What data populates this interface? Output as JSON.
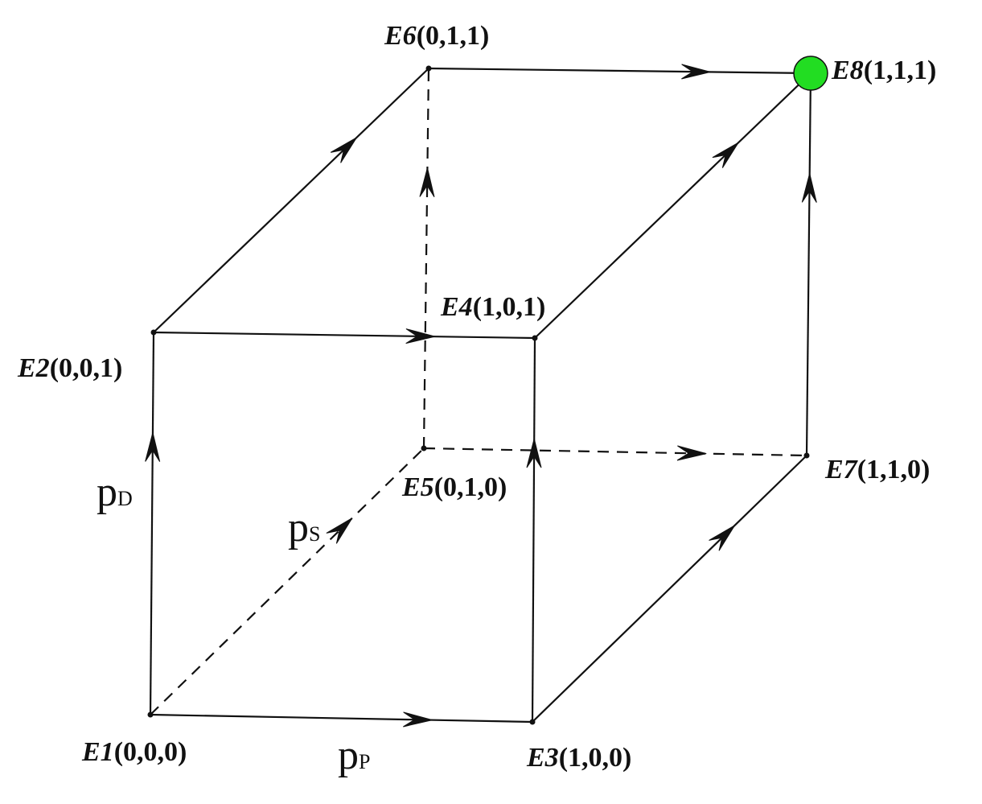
{
  "diagram": {
    "vertices": [
      {
        "id": "E1",
        "name": "E1",
        "coords": "(0,0,0)"
      },
      {
        "id": "E2",
        "name": "E2",
        "coords": "(0,0,1)"
      },
      {
        "id": "E3",
        "name": "E3",
        "coords": "(1,0,0)"
      },
      {
        "id": "E4",
        "name": "E4",
        "coords": "(1,0,1)"
      },
      {
        "id": "E5",
        "name": "E5",
        "coords": "(0,1,0)"
      },
      {
        "id": "E6",
        "name": "E6",
        "coords": "(0,1,1)"
      },
      {
        "id": "E7",
        "name": "E7",
        "coords": "(1,1,0)"
      },
      {
        "id": "E8",
        "name": "E8",
        "coords": "(1,1,1)"
      }
    ],
    "edges": [
      {
        "from": "E1",
        "to": "E3",
        "style": "solid"
      },
      {
        "from": "E1",
        "to": "E2",
        "style": "solid"
      },
      {
        "from": "E1",
        "to": "E5",
        "style": "dashed"
      },
      {
        "from": "E2",
        "to": "E4",
        "style": "solid"
      },
      {
        "from": "E2",
        "to": "E6",
        "style": "solid"
      },
      {
        "from": "E3",
        "to": "E4",
        "style": "solid"
      },
      {
        "from": "E3",
        "to": "E7",
        "style": "solid"
      },
      {
        "from": "E4",
        "to": "E8",
        "style": "solid"
      },
      {
        "from": "E5",
        "to": "E6",
        "style": "dashed"
      },
      {
        "from": "E5",
        "to": "E7",
        "style": "dashed"
      },
      {
        "from": "E6",
        "to": "E8",
        "style": "solid"
      },
      {
        "from": "E7",
        "to": "E8",
        "style": "solid"
      }
    ],
    "edge_labels": {
      "pP": {
        "main": "p",
        "sub": "P"
      },
      "pD": {
        "main": "p",
        "sub": "D"
      },
      "pS": {
        "main": "p",
        "sub": "S"
      }
    },
    "highlight_vertex": "E8",
    "colors": {
      "line": "#111111",
      "highlight_fill": "#22dd22",
      "background": "#ffffff"
    }
  }
}
